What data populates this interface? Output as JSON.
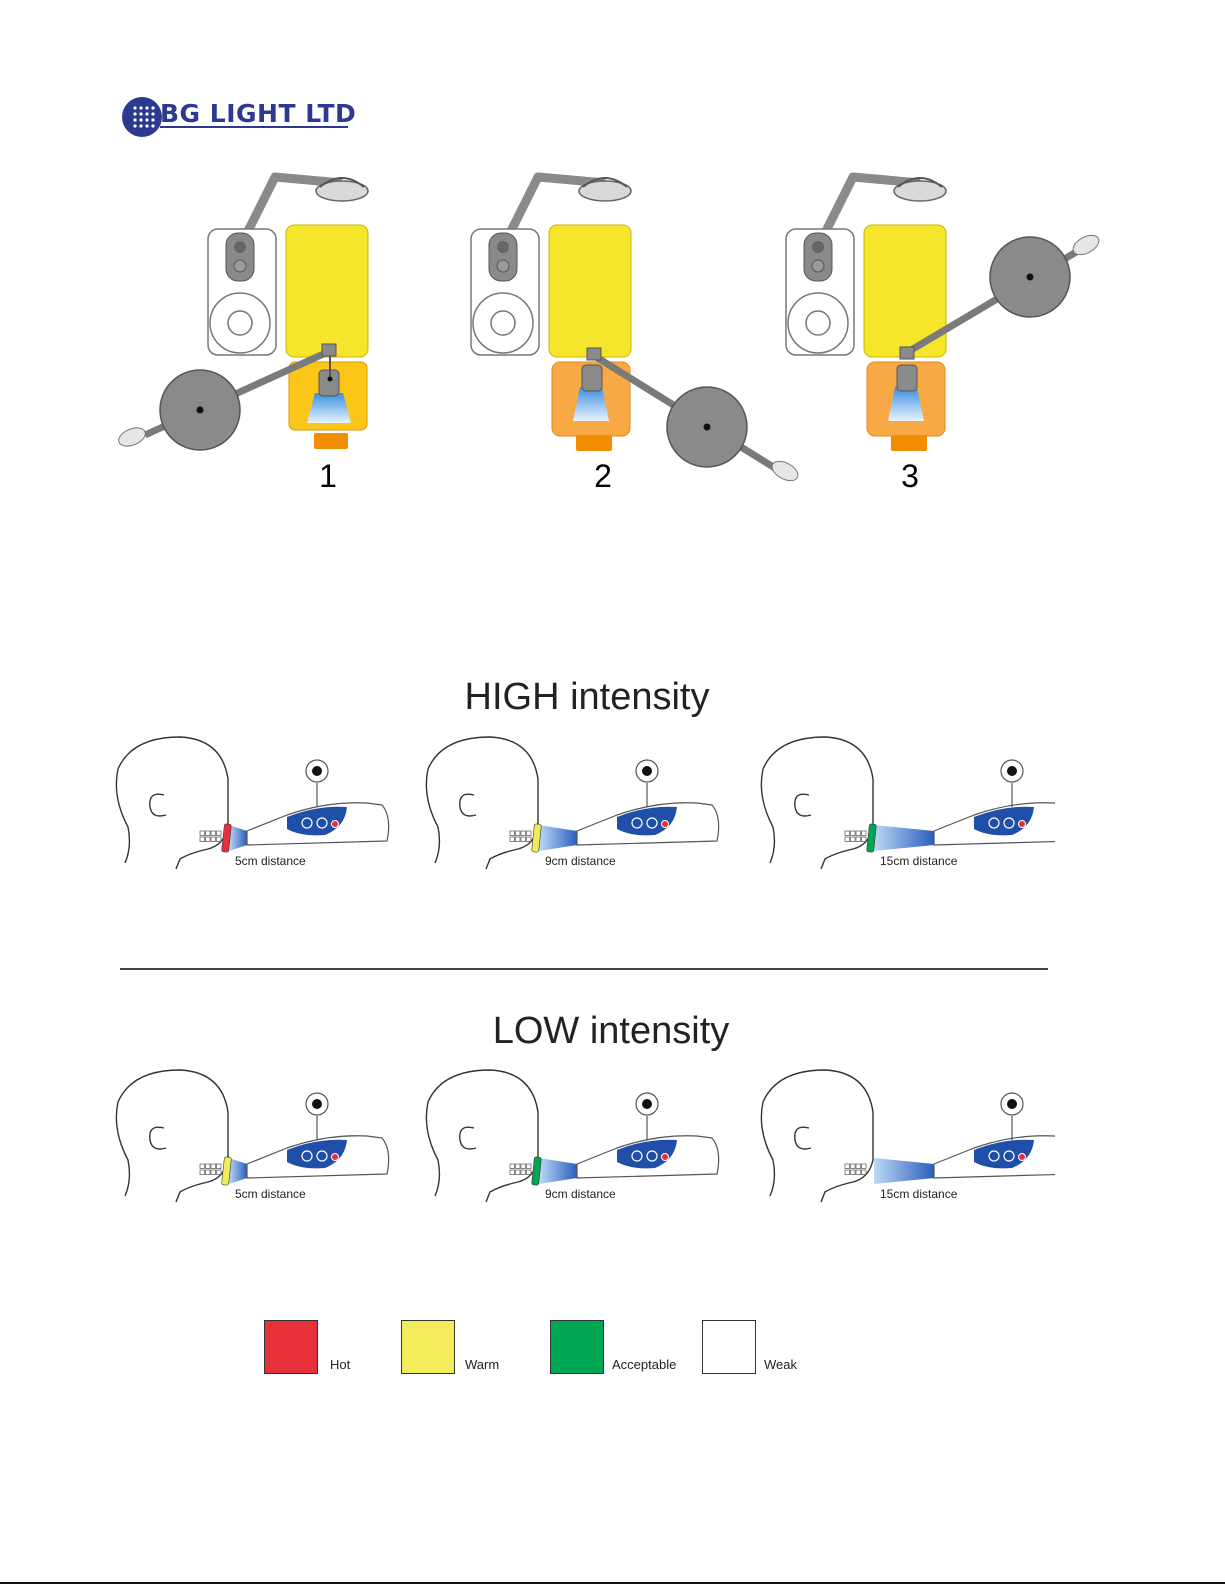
{
  "brand": {
    "name": "BG LIGHT LTD"
  },
  "positions": {
    "labels": [
      "1",
      "2",
      "3"
    ]
  },
  "colors": {
    "hot": "#e8303a",
    "warm": "#f2ec5a",
    "acceptable": "#00a651",
    "weak": "#ffffff",
    "chair_yellow": "#f5e52b",
    "chair_orange": "#f9a846",
    "gray": "#8a8a8a",
    "brand": "#2b3990"
  },
  "sections": [
    {
      "title": "HIGH intensity",
      "panels": [
        {
          "caption": "5cm distance",
          "indicator": "hot"
        },
        {
          "caption": "9cm distance",
          "indicator": "warm"
        },
        {
          "caption": "15cm distance",
          "indicator": "acceptable"
        }
      ]
    },
    {
      "title": "LOW intensity",
      "panels": [
        {
          "caption": "5cm distance",
          "indicator": "warm"
        },
        {
          "caption": "9cm distance",
          "indicator": "acceptable"
        },
        {
          "caption": "15cm distance",
          "indicator": "weak"
        }
      ]
    }
  ],
  "legend": [
    {
      "label": "Hot",
      "color": "#e8303a"
    },
    {
      "label": "Warm",
      "color": "#f2ec5a"
    },
    {
      "label": "Acceptable",
      "color": "#00a651"
    },
    {
      "label": "Weak",
      "color": "#ffffff"
    }
  ]
}
